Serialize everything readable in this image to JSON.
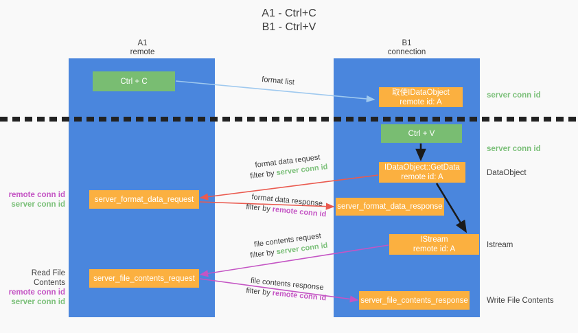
{
  "title": "A1 - Ctrl+C\nB1 - Ctrl+V",
  "columns": {
    "left": {
      "name": "A1",
      "role": "remote",
      "label": "A1\nremote"
    },
    "right": {
      "name": "B1",
      "role": "connection",
      "label": "B1\nconnection"
    }
  },
  "boxes": {
    "ctrl_c": "Ctrl + C",
    "ctrl_v": "Ctrl + V",
    "idataobject_save": "取使IDataObject\nremote id: A",
    "getdata": "IDataObject::GetData\nremote id: A",
    "istream": "IStream\nremote id: A",
    "server_format_data_request": "server_format_data_request",
    "server_format_data_response": "server_format_data_response",
    "server_file_contents_request": "server_file_contents_request",
    "server_file_contents_response": "server_file_contents_response"
  },
  "right_notes": {
    "server_conn_id_1": "server conn id",
    "server_conn_id_2": "server conn id",
    "dataobject": "DataObject",
    "istream": "Istream",
    "write_file_contents": "Write File Contents"
  },
  "left_notes": {
    "format": {
      "remote": "remote conn id",
      "server": "server conn id"
    },
    "file": {
      "heading": "Read File Contents",
      "remote": "remote conn id",
      "server": "server conn id"
    }
  },
  "flow_labels": {
    "format_list": "format list",
    "format_data_request": "format data request",
    "format_data_request_filter_prefix": "filter by ",
    "format_data_request_filter_key": "server conn id",
    "format_data_response": "format data response",
    "format_data_response_filter_prefix": "filter by ",
    "format_data_response_filter_key": "remote conn id",
    "file_contents_request": "file contents request",
    "file_contents_request_filter_prefix": "filter by ",
    "file_contents_request_filter_key": "server conn id",
    "file_contents_response": "file contents response",
    "file_contents_response_filter_prefix": "filter by ",
    "file_contents_response_filter_key": "remote conn id"
  },
  "colors": {
    "lane": "#4a86dd",
    "box_green": "#79bd72",
    "box_orange": "#fbb040",
    "server_conn_id": "#7cc07a",
    "remote_conn_id": "#c455c4",
    "arrow_blue": "#9fc9ef",
    "arrow_red": "#ea5a4f",
    "arrow_magenta": "#c455c4",
    "arrow_black": "#1a1a1a",
    "background": "#f9f9f9"
  }
}
